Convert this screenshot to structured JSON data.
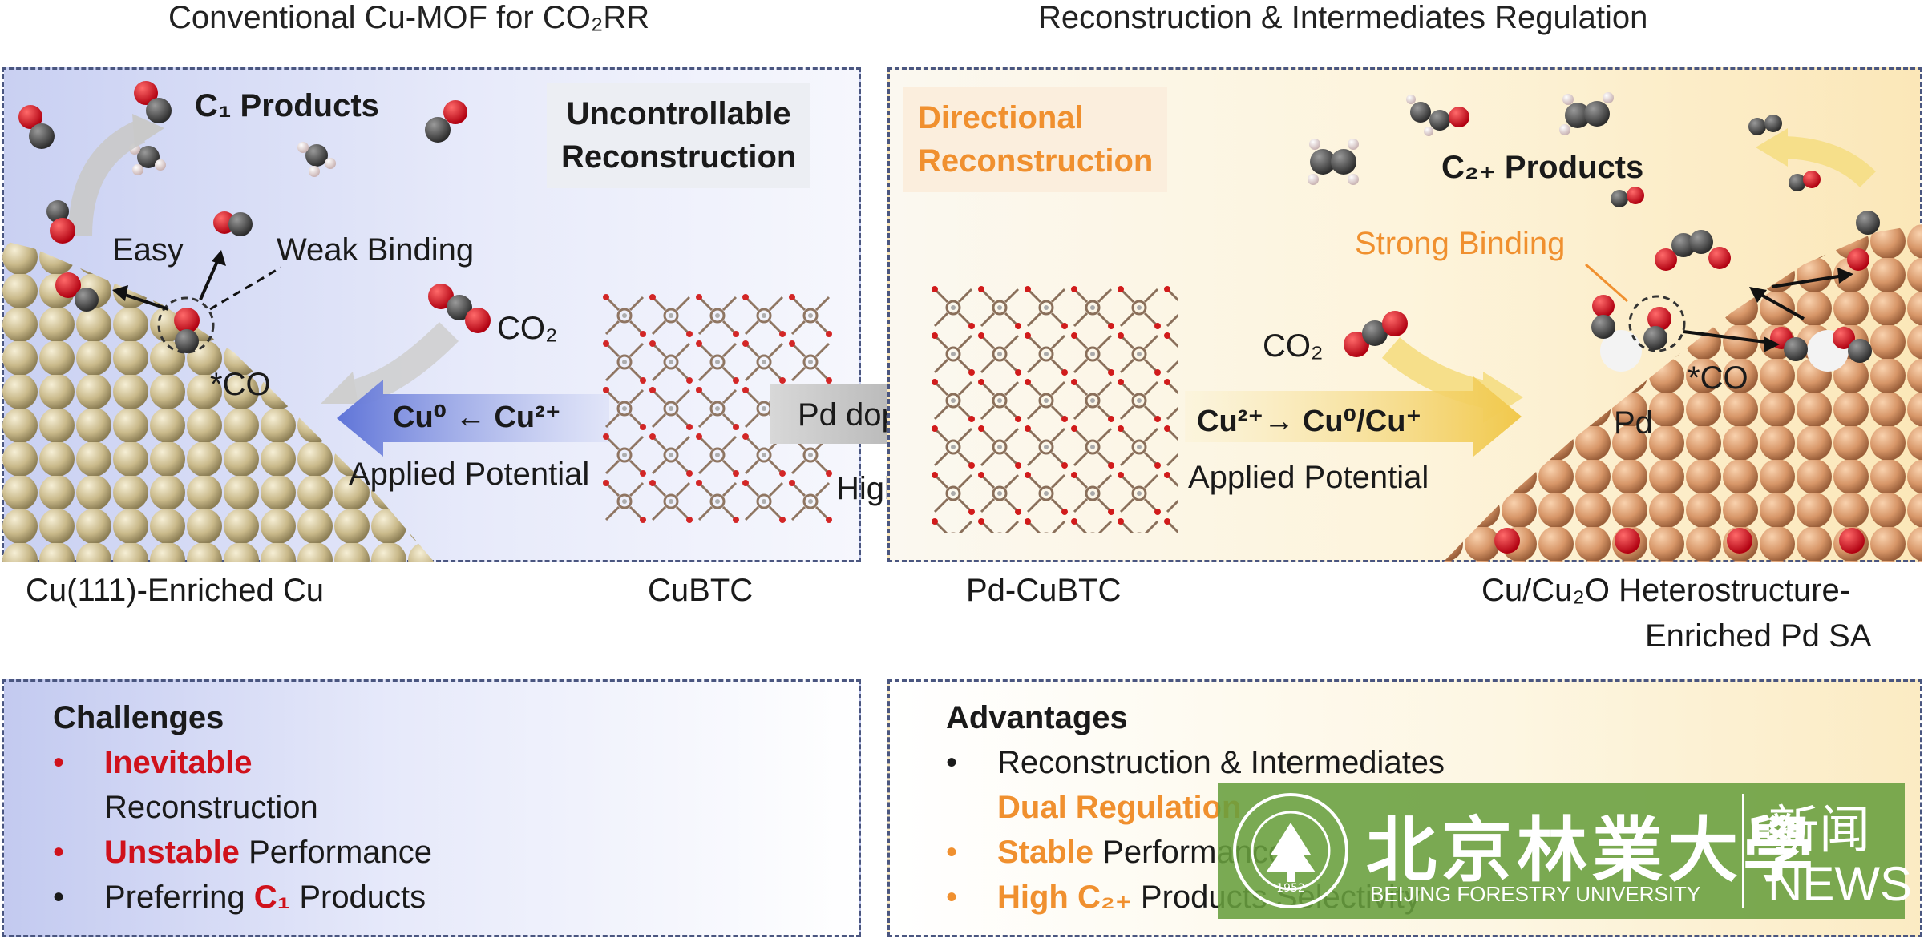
{
  "headers": {
    "left": "Conventional Cu-MOF for CO₂RR",
    "right": "Reconstruction & Intermediates Regulation"
  },
  "left_panel": {
    "c1_products": "C₁ Products",
    "uncontrollable": [
      "Uncontrollable",
      "Reconstruction"
    ],
    "easy": "Easy",
    "weak_binding": "Weak Binding",
    "co2": "CO₂",
    "co_star": "*CO",
    "cu_reduction": "Cu⁰ ← Cu²⁺",
    "applied_potential": "Applied Potential"
  },
  "right_panel": {
    "directional": [
      "Directional",
      "Reconstruction"
    ],
    "c2_products": "C₂₊ Products",
    "strong_binding": "Strong Binding",
    "co2": "CO₂",
    "co_star": "*CO",
    "pd": "Pd",
    "cu_reduction": "Cu²⁺→ Cu⁰/Cu⁺",
    "applied_potential": "Applied Potential"
  },
  "middle": {
    "pd_doping": "Pd doping",
    "high": "High"
  },
  "captions": {
    "cu111": "Cu(111)-Enriched Cu",
    "cubtc": "CuBTC",
    "pd_cubtc": "Pd-CuBTC",
    "heterostructure_1": "Cu/Cu₂O Heterostructure-",
    "heterostructure_2": "Enriched Pd SA"
  },
  "challenges": {
    "title": "Challenges",
    "item1_red": "Inevitable",
    "item1_rest": "Reconstruction",
    "item2_red": "Unstable",
    "item2_rest": "Performance",
    "item3_pre": "Preferring",
    "item3_red": "C₁",
    "item3_rest": "Products"
  },
  "advantages": {
    "title": "Advantages",
    "item1": "Reconstruction & Intermediates",
    "item1_orange": "Dual Regulation",
    "item2_orange": "Stable",
    "item2_rest": "Performance",
    "item3_orange": "High C₂₊",
    "item3_rest": "Products Selectivity"
  },
  "watermark": {
    "cn_name": "北京林業大學",
    "en_name": "BEIJING FORESTRY UNIVERSITY",
    "cn_news": "新闻",
    "en_news": "NEWS",
    "seal_year": "1952"
  },
  "colors": {
    "bullet_red": "#d0111b",
    "accent_orange": "#f0902f",
    "panel_border": "#4a5680",
    "watermark_green": "#689e3e"
  }
}
